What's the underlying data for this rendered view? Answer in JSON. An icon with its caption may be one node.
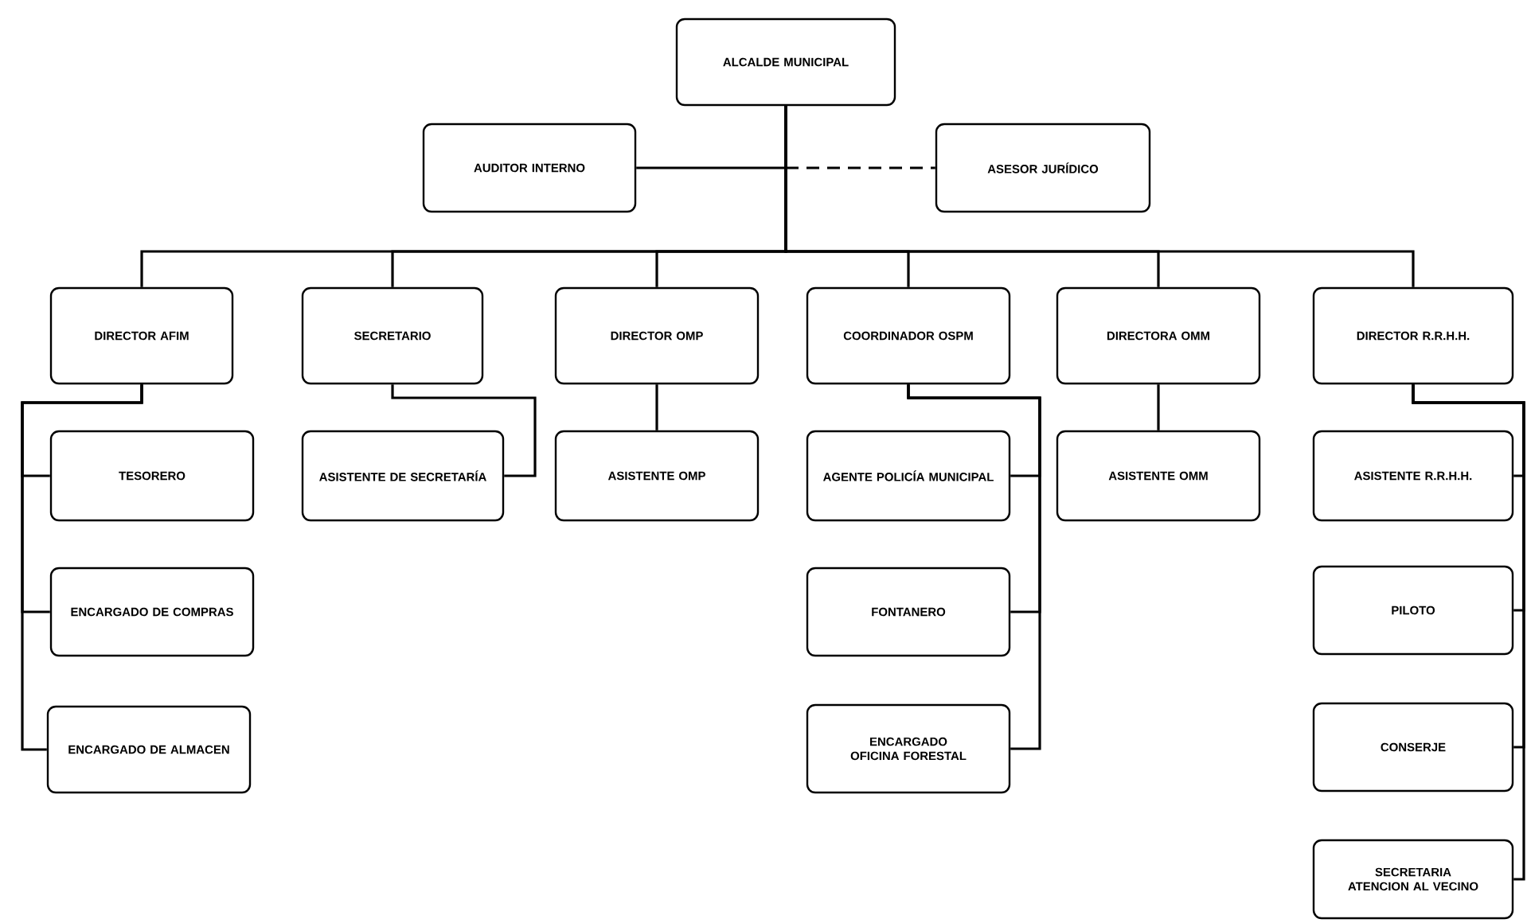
{
  "diagram": {
    "nodes": [
      {
        "text": [
          "ALCALDE MUNICIPAL"
        ]
      },
      {
        "text": [
          "AUDITOR INTERNO"
        ]
      },
      {
        "text": [
          "ASESOR JURÍDICO"
        ]
      },
      {
        "text": [
          "DIRECTOR AFIM"
        ]
      },
      {
        "text": [
          "SECRETARIO"
        ]
      },
      {
        "text": [
          "DIRECTOR OMP"
        ]
      },
      {
        "text": [
          "COORDINADOR OSPM"
        ]
      },
      {
        "text": [
          "DIRECTORA OMM"
        ]
      },
      {
        "text": [
          "DIRECTOR R.R.H.H."
        ]
      },
      {
        "text": [
          "TESORERO"
        ]
      },
      {
        "text": [
          "ENCARGADO DE COMPRAS"
        ]
      },
      {
        "text": [
          "ENCARGADO DE ALMACEN"
        ]
      },
      {
        "text": [
          "ASISTENTE DE SECRETARÍA"
        ]
      },
      {
        "text": [
          "ASISTENTE OMP"
        ]
      },
      {
        "text": [
          "AGENTE POLICÍA MUNICIPAL"
        ]
      },
      {
        "text": [
          "FONTANERO"
        ]
      },
      {
        "text": [
          "ENCARGADO OFICINA FORESTAL"
        ]
      },
      {
        "text": [
          "ASISTENTE OMM"
        ]
      },
      {
        "text": [
          "ASISTENTE R.R.H.H."
        ]
      },
      {
        "text": [
          "PILOTO"
        ]
      },
      {
        "text": [
          "CONSERJE"
        ]
      },
      {
        "text": [
          "SECRETARIA ATENCION AL VECINO"
        ]
      }
    ],
    "edges": [
      {
        "from": 0,
        "to": 1,
        "arrow": "none"
      },
      {
        "from": 0,
        "to": 2,
        "arrow": "none",
        "style": "dashed"
      },
      {
        "from": 0,
        "to": 3,
        "arrow": "none"
      },
      {
        "from": 0,
        "to": 4,
        "arrow": "none"
      },
      {
        "from": 0,
        "to": 5,
        "arrow": "none"
      },
      {
        "from": 0,
        "to": 6,
        "arrow": "none"
      },
      {
        "from": 0,
        "to": 7,
        "arrow": "none"
      },
      {
        "from": 0,
        "to": 8,
        "arrow": "none"
      },
      {
        "from": 3,
        "to": 9,
        "arrow": "none"
      },
      {
        "from": 3,
        "to": 10,
        "arrow": "none"
      },
      {
        "from": 3,
        "to": 11,
        "arrow": "none"
      },
      {
        "from": 4,
        "to": 12,
        "arrow": "none"
      },
      {
        "from": 5,
        "to": 13,
        "arrow": "none"
      },
      {
        "from": 6,
        "to": 14,
        "arrow": "none"
      },
      {
        "from": 6,
        "to": 15,
        "arrow": "none"
      },
      {
        "from": 6,
        "to": 16,
        "arrow": "none"
      },
      {
        "from": 7,
        "to": 17,
        "arrow": "none"
      },
      {
        "from": 8,
        "to": 18,
        "arrow": "none"
      },
      {
        "from": 8,
        "to": 19,
        "arrow": "none"
      },
      {
        "from": 8,
        "to": 20,
        "arrow": "none"
      },
      {
        "from": 8,
        "to": 21,
        "arrow": "none"
      }
    ]
  }
}
